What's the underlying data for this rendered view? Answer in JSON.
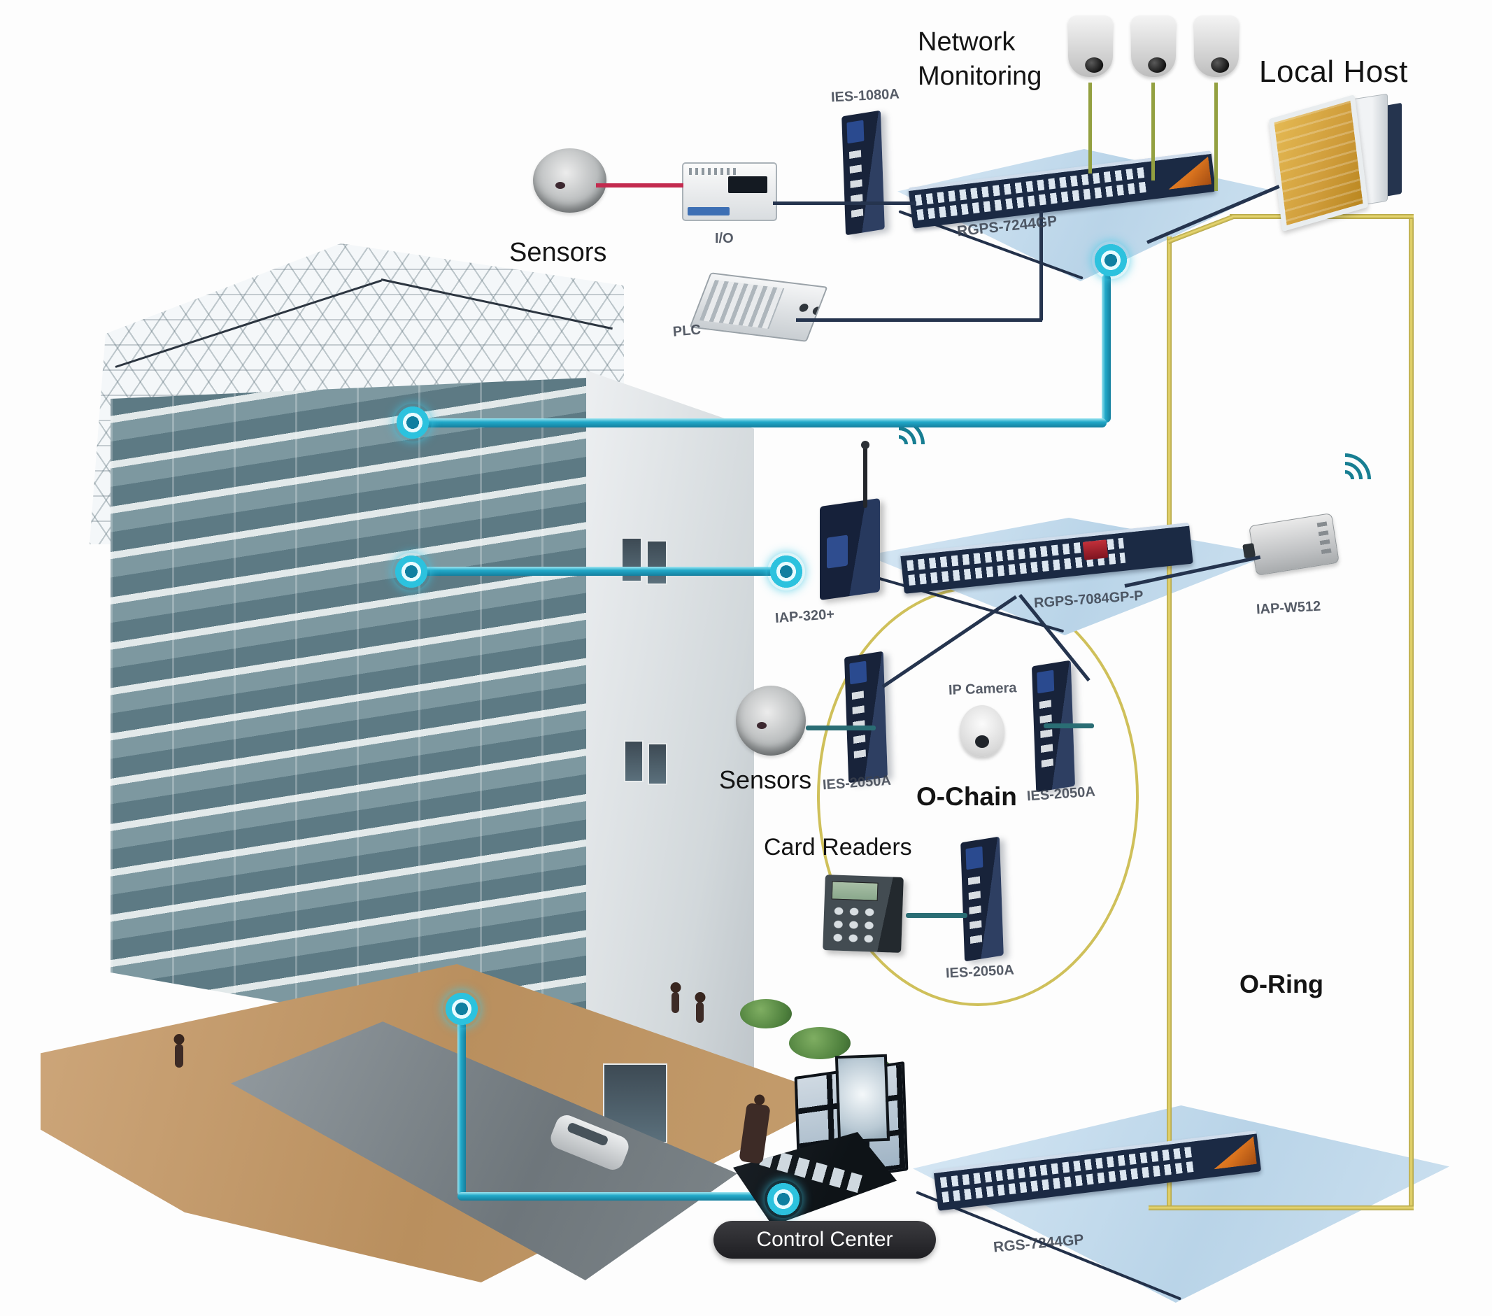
{
  "labels": {
    "network_monitoring": "Network Monitoring",
    "local_host": "Local Host",
    "sensors_top": "Sensors",
    "sensors_mid": "Sensors",
    "card_readers": "Card Readers",
    "o_chain": "O-Chain",
    "o_ring": "O-Ring",
    "control_center": "Control Center",
    "ip_camera": "IP Camera"
  },
  "devices": {
    "ies_1080a": "IES-1080A",
    "rgps_7244gp": "RGPS-7244GP",
    "io_module": "I/O",
    "plc": "PLC",
    "iap_320": "IAP-320+",
    "rgps_7084gp_p": "RGPS-7084GP-P",
    "iap_w512": "IAP-W512",
    "ies_2050a_left": "IES-2050A",
    "ies_2050a_right": "IES-2050A",
    "ies_2050a_bottom": "IES-2050A",
    "rgs_7244gp": "RGS-7244GP"
  },
  "colors": {
    "oring_line": "#d9c85e",
    "trunk_line": "#23aecd",
    "drop_line": "#2a6d74",
    "alarm_line": "#c32a4e",
    "data_line": "#25344e",
    "camera_line": "#93a040",
    "platform_fill": "#b9d4e8",
    "switch_body": "#1b2a44",
    "accent_orange": "#d9731e",
    "node_ring": "#2cc2de"
  }
}
